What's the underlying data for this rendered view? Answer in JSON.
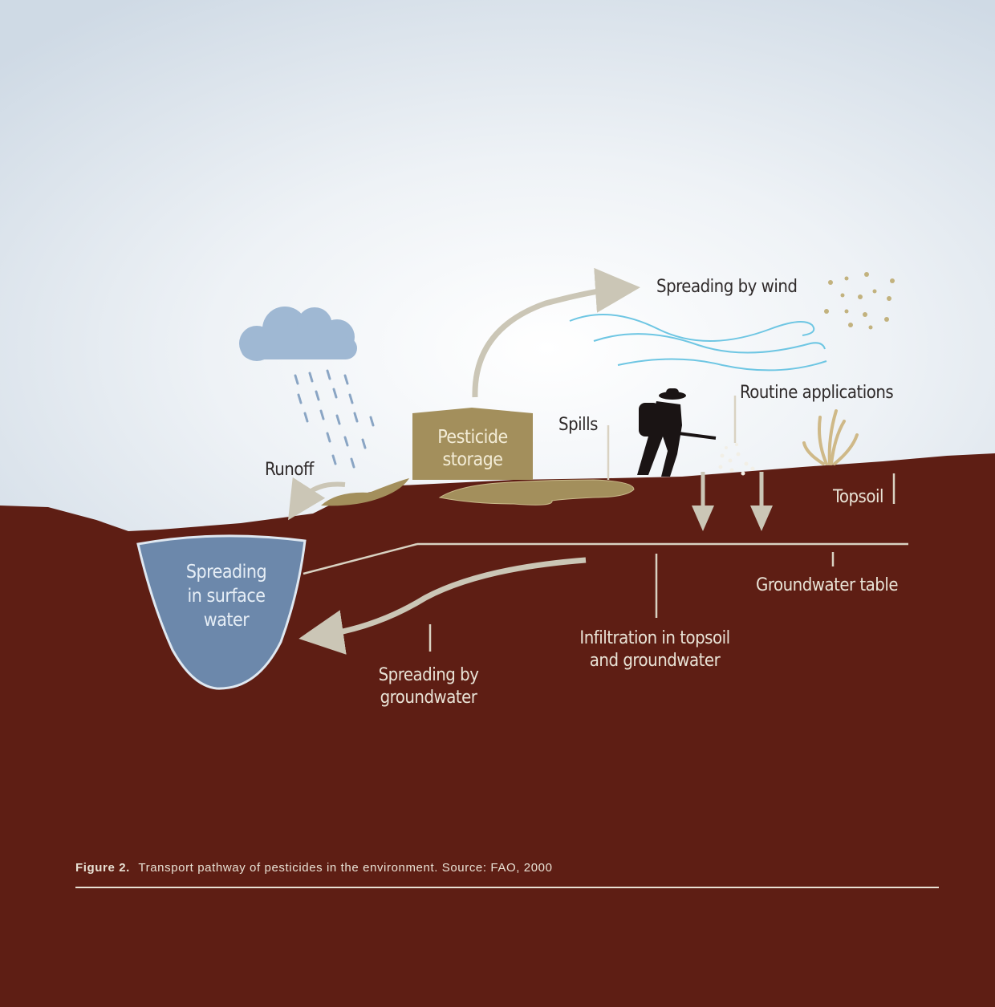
{
  "labels": {
    "wind": "Spreading by wind",
    "routine": "Routine applications",
    "spills": "Spills",
    "runoff": "Runoff",
    "storage_line1": "Pesticide",
    "storage_line2": "storage",
    "topsoil": "Topsoil",
    "surface_line1": "Spreading",
    "surface_line2": "in surface",
    "surface_line3": "water",
    "groundwater_table": "Groundwater table",
    "infiltration_line1": "Infiltration in topsoil",
    "infiltration_line2": "and groundwater",
    "spread_gw_line1": "Spreading by",
    "spread_gw_line2": "groundwater"
  },
  "caption": {
    "figure": "Figure 2.",
    "text": "Transport pathway of pesticides in the environment. Source: FAO, 2000"
  },
  "colors": {
    "soil": "#5e1e14",
    "sky_top": "#d0dbe5",
    "water": "#6c88ab",
    "storage": "#a38f5c",
    "arrow": "#cbc6b6",
    "cloud": "#9fb8d3",
    "wind": "#6ec6e3"
  }
}
